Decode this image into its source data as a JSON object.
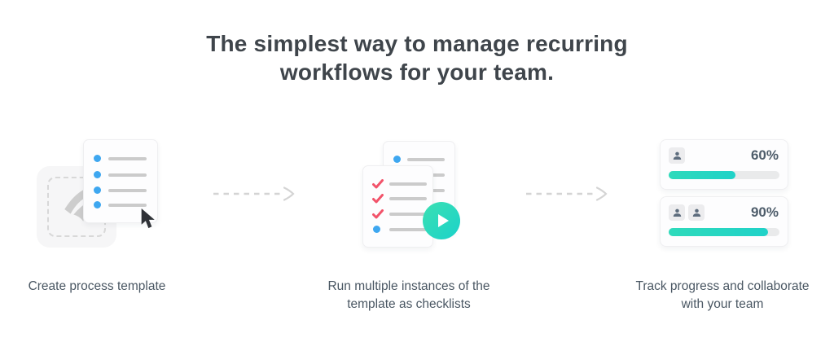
{
  "hero": {
    "title_lines": [
      "The simplest way to manage recurring",
      "workflows for your team."
    ]
  },
  "steps": [
    {
      "name": "create-process-template",
      "caption_lines": [
        "Create process template"
      ],
      "illustration": "document card with blue bullet list, dashed placeholder square with gray logo, mouse cursor"
    },
    {
      "name": "run-checklist-instances",
      "caption_lines": [
        "Run multiple instances of the",
        "template as checklists"
      ],
      "illustration": "two stacked checklist cards with red checkmarks and teal play button"
    },
    {
      "name": "track-progress",
      "caption_lines": [
        "Track progress and collaborate",
        "with your team"
      ],
      "illustration": "two progress cards with member avatars and completion bars",
      "progress_cards": [
        {
          "percent_label": "60%",
          "value": 60,
          "bar_style": "width:60%",
          "member_count": 1
        },
        {
          "percent_label": "90%",
          "value": 90,
          "bar_style": "width:90%",
          "member_count": 2
        }
      ]
    }
  ],
  "icons": {
    "bullet": "●",
    "check": "✓",
    "play": "▶",
    "cursor": "pointer-arrow",
    "person": "user-silhouette",
    "flow_arrow": "dashed-arrow-right",
    "process_logo": "gray-swoosh-mark"
  },
  "colors": {
    "accent_teal": "#27d5c1",
    "bullet_blue": "#3ea7f0",
    "check_red": "#f2536a",
    "title_text": "#3f454b",
    "caption_text": "#4a5763",
    "percent_text": "#4d5c6a",
    "list_line_gray": "#cbcbcb",
    "arrow_gray": "#d4d4d4",
    "placeholder_bg": "#f6f6f7"
  }
}
